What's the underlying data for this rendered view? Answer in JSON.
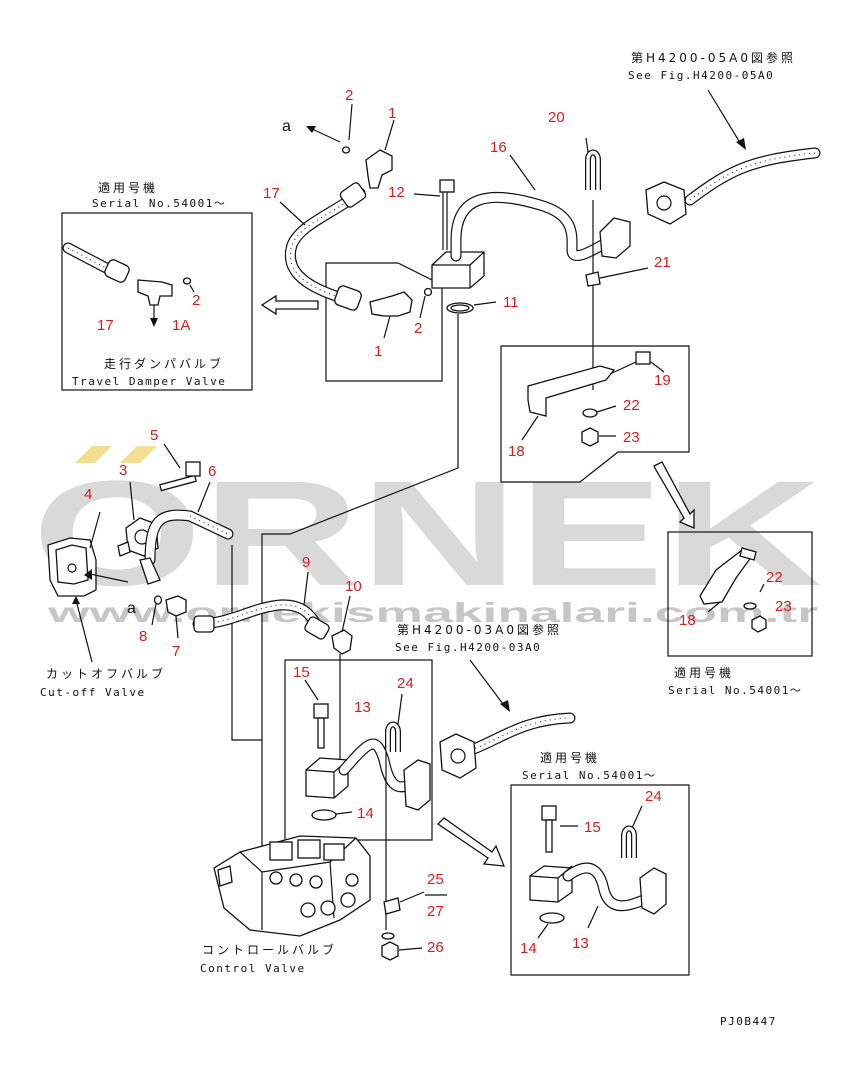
{
  "diagram": {
    "ref_top": {
      "jp": "第H4200-05A0図参照",
      "en": "See Fig.H4200-05A0"
    },
    "ref_mid": {
      "jp": "第H4200-03A0図参照",
      "en": "See Fig.H4200-03A0"
    },
    "serial_top_left": {
      "jp": "適用号機",
      "en": "Serial No.54001～"
    },
    "serial_right": {
      "jp": "適用号機",
      "en": "Serial No.54001～"
    },
    "serial_bottom": {
      "jp": "適用号機",
      "en": "Serial No.54001～"
    },
    "travel_damper": {
      "jp": "走行ダンパバルブ",
      "en": "Travel Damper Valve"
    },
    "cutoff_valve": {
      "jp": "カットオフバルブ",
      "en": "Cut-off Valve"
    },
    "control_valve": {
      "jp": "コントロールバルブ",
      "en": "Control Valve"
    },
    "view_mark": "a",
    "drawing_code": "PJ0B447",
    "callouts": {
      "c1a": "1",
      "c1b": "1",
      "c1A": "1A",
      "c2a": "2",
      "c2b": "2",
      "c2c": "2",
      "c3": "3",
      "c4": "4",
      "c5": "5",
      "c6": "6",
      "c7": "7",
      "c8": "8",
      "c9": "9",
      "c10": "10",
      "c11": "11",
      "c12": "12",
      "c13a": "13",
      "c13b": "13",
      "c14a": "14",
      "c14b": "14",
      "c15a": "15",
      "c15b": "15",
      "c16": "16",
      "c17a": "17",
      "c17b": "17",
      "c18a": "18",
      "c18b": "18",
      "c19": "19",
      "c20": "20",
      "c21": "21",
      "c22a": "22",
      "c22b": "22",
      "c23a": "23",
      "c23b": "23",
      "c24a": "24",
      "c24b": "24",
      "c25": "25",
      "c26": "26",
      "c27": "27"
    }
  },
  "watermark": {
    "brand": "ORNEK",
    "url": "www.ornekismakinalari.com.tr"
  },
  "colors": {
    "callout": "#d42020",
    "watermark": "#cfcfcf",
    "watermark_accent": "#f0d060"
  }
}
